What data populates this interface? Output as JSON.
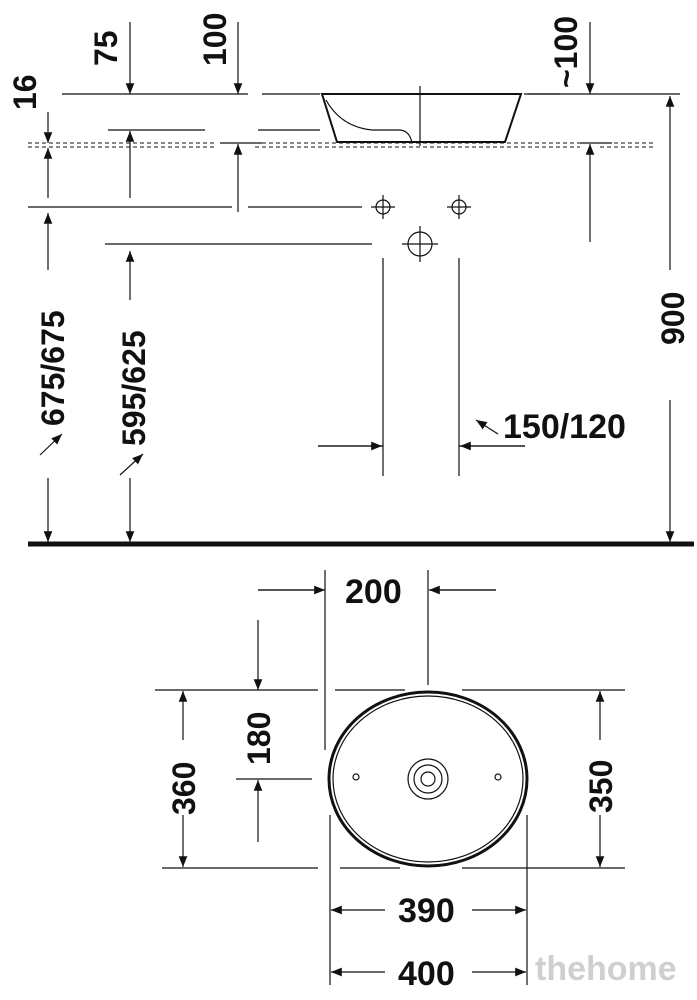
{
  "labels": {
    "d75": "75",
    "d100": "100",
    "d100approx": "~100",
    "d16": "16",
    "d675": "675/675",
    "d595": "595/625",
    "d900": "900",
    "d150": "150/120",
    "d200": "200",
    "d180": "180",
    "d360": "360",
    "d350": "350",
    "d390": "390",
    "d400": "400"
  },
  "watermark": "thehome"
}
